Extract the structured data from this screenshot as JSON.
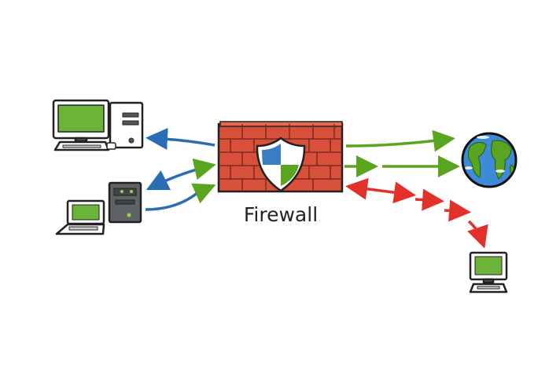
{
  "diagram": {
    "firewall_label": "Firewall",
    "colors": {
      "brick": "#d9503a",
      "allowed": "#5aa51f",
      "internal": "#2a6db5",
      "blocked": "#e2302a",
      "screen": "#6cb33a",
      "globe_water": "#3d8ad6"
    },
    "nodes": [
      "desktop-computer",
      "server",
      "laptop",
      "firewall",
      "internet-globe",
      "remote-computer"
    ]
  }
}
